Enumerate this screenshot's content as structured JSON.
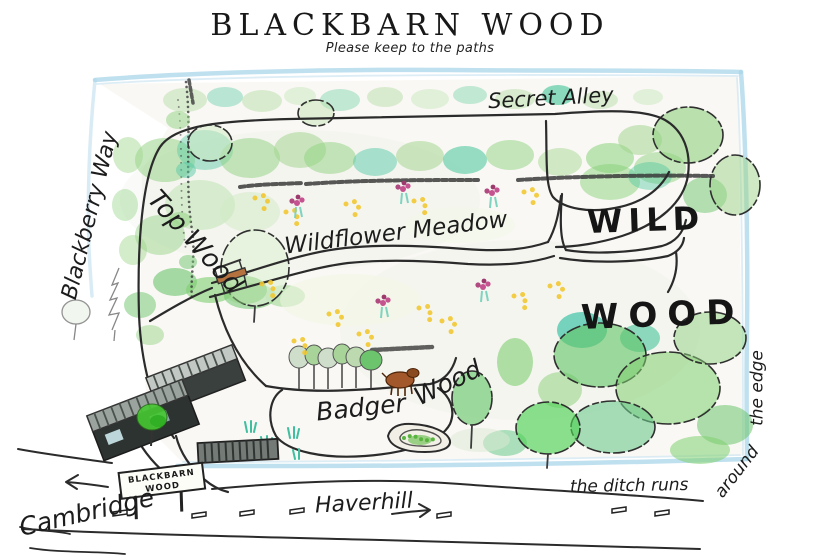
{
  "page": {
    "title": "BLACKBARN WOOD",
    "subtitle": "Please keep to the paths"
  },
  "map": {
    "labels": {
      "secret_alley": "Secret Alley",
      "blackberry_way": "Blackberry Way",
      "top_wood": "Top Wood",
      "wildflower_meadow": "Wildflower Meadow",
      "wild": "WILD",
      "wood": "WOOD",
      "badger_wood_part1": "Badger",
      "badger_wood_part2": "Wood"
    },
    "sign": {
      "line1": "BLACKBARN",
      "line2": "WOOD"
    },
    "ditch_note": {
      "bottom": "the ditch runs",
      "corner": "around",
      "side": "the edge"
    }
  },
  "roads": {
    "cambridge": "Cambridge",
    "haverhill": "Haverhill"
  },
  "palette": {
    "path_ink": "#2b2b2b",
    "ditch_blue": "#a9d3e6",
    "tree_green": "#7fcf6f",
    "tree_teal": "#3ecfa0",
    "flower_yellow": "#f2c832",
    "flower_pink": "#c4538f",
    "barn_dark": "#2d3331",
    "bench_brown": "#b5723f",
    "badger_brown": "#a2582a"
  }
}
